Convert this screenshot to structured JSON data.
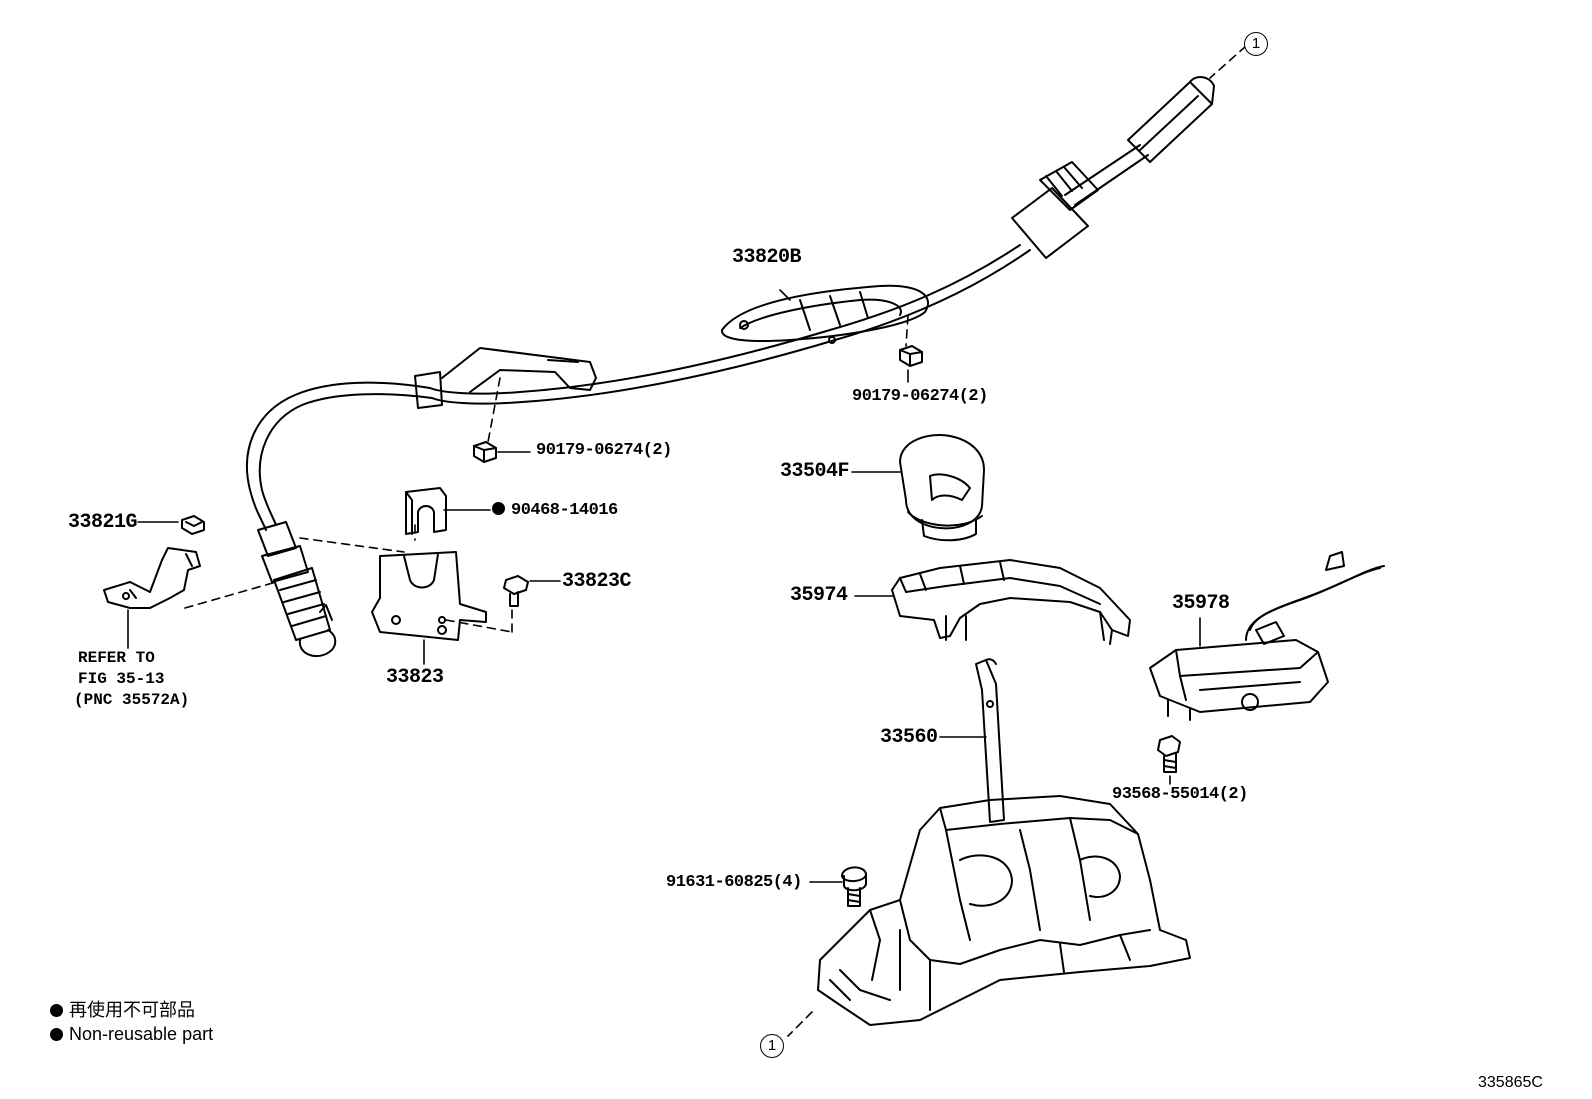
{
  "parts": {
    "cable": "33820B",
    "nut_upper": "90179-06274(2)",
    "nut_lower": "90179-06274(2)",
    "knob": "33504F",
    "housing": "35974",
    "clip_shim": "90468-14016",
    "bolt": "33823C",
    "bracket_nut": "33821G",
    "retainer": "33823",
    "control_unit": "35978",
    "lever": "33560",
    "screw": "93568-55014(2)",
    "base_bolt": "91631-60825(4)"
  },
  "refer_note": {
    "line1": "REFER TO",
    "line2": "FIG 35-13",
    "line3": "(PNC 35572A)"
  },
  "connection_marker": "1",
  "legend": {
    "jp": "再使用不可部品",
    "en": "Non-reusable part"
  },
  "illustration_code": "335865C",
  "icons": {
    "non_reusable": "filled-circle-icon",
    "connection": "circled-one-icon"
  }
}
